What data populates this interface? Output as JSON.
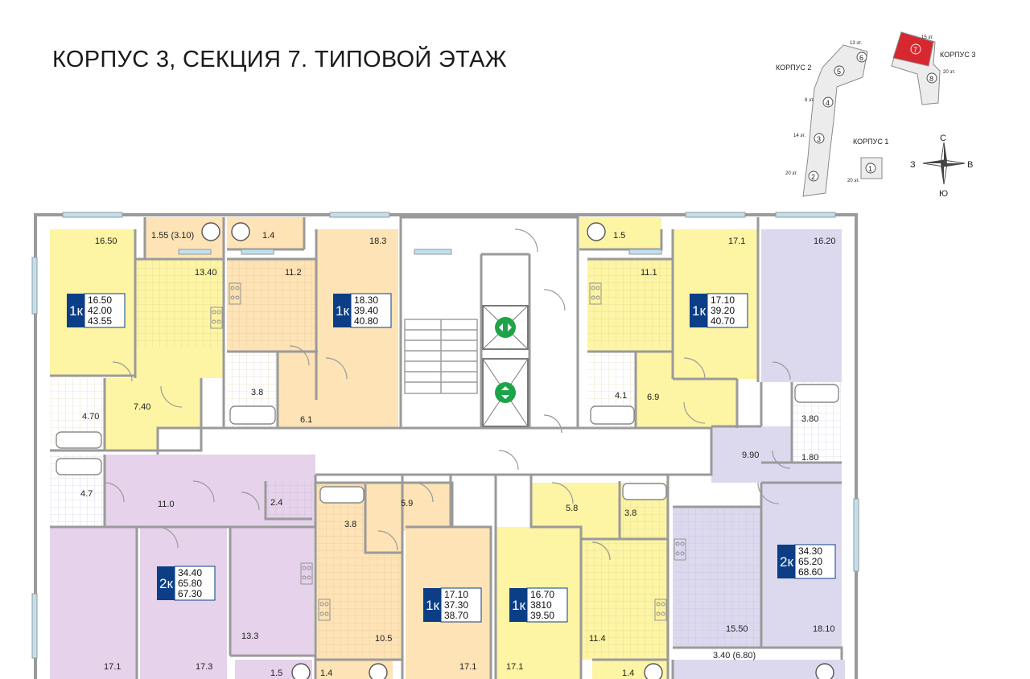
{
  "title": "КОРПУС 3, СЕКЦИЯ 7. ТИПОВОЙ ЭТАЖ",
  "colors": {
    "yellow": "#fdf4a4",
    "peach": "#fde3b5",
    "lilac": "#e6d2ea",
    "lavender": "#dcd9ef",
    "badge": "#0b3e86",
    "wall": "#9a9a9a",
    "window": "#bfe0ee",
    "core": "#e8e8e8",
    "lift": "#1fa34a"
  },
  "apartments": [
    {
      "rooms": "1к",
      "v1": "16.50",
      "v2": "42.00",
      "v3": "43.55"
    },
    {
      "rooms": "1к",
      "v1": "18.30",
      "v2": "39.40",
      "v3": "40.80"
    },
    {
      "rooms": "1к",
      "v1": "17.10",
      "v2": "39.20",
      "v3": "40.70"
    },
    {
      "rooms": "2к",
      "v1": "34.30",
      "v2": "65.20",
      "v3": "68.60"
    },
    {
      "rooms": "2к",
      "v1": "34.40",
      "v2": "65.80",
      "v3": "67.30"
    },
    {
      "rooms": "1к",
      "v1": "17.10",
      "v2": "37.30",
      "v3": "38.70"
    },
    {
      "rooms": "1к",
      "v1": "16.70",
      "v2": "3810",
      "v3": "39.50"
    }
  ],
  "room_labels": {
    "a": "16.50",
    "b": "1.55 (3.10)",
    "c": "1.4",
    "d": "18.3",
    "e": "1.5",
    "f": "17.1",
    "g": "16.20",
    "h": "13.40",
    "i": "11.2",
    "j": "11.1",
    "k": "3.8",
    "l": "4.1",
    "m": "6.9",
    "n": "7.40",
    "o": "4.70",
    "p": "6.1",
    "q": "3.80",
    "r": "9.90",
    "s": "1.80",
    "t": "4.7",
    "u": "11.0",
    "v": "2.4",
    "w": "5.9",
    "x": "5.8",
    "y": "3.8",
    "z": "3.8",
    "aa": "13.3",
    "ab": "10.5",
    "ac": "11.4",
    "ad": "15.50",
    "ae": "18.10",
    "af": "17.1",
    "ag": "17.3",
    "ah": "17.1",
    "ai": "17.1",
    "aj": "1.5",
    "ak": "1.4",
    "al": "1.4",
    "am": "3.40 (6.80)"
  },
  "key_map": {
    "buildings": [
      "КОРПУС 2",
      "КОРПУС 3",
      "КОРПУС 1"
    ],
    "sections": [
      "1",
      "2",
      "3",
      "4",
      "5",
      "6",
      "7",
      "8"
    ],
    "floors": [
      "13 эт.",
      "15 эт.",
      "20 эт.",
      "8 эт.",
      "14 эт.",
      "20 эт.",
      "20 эт."
    ],
    "compass": {
      "n": "С",
      "s": "Ю",
      "w": "З",
      "e": "В"
    }
  }
}
